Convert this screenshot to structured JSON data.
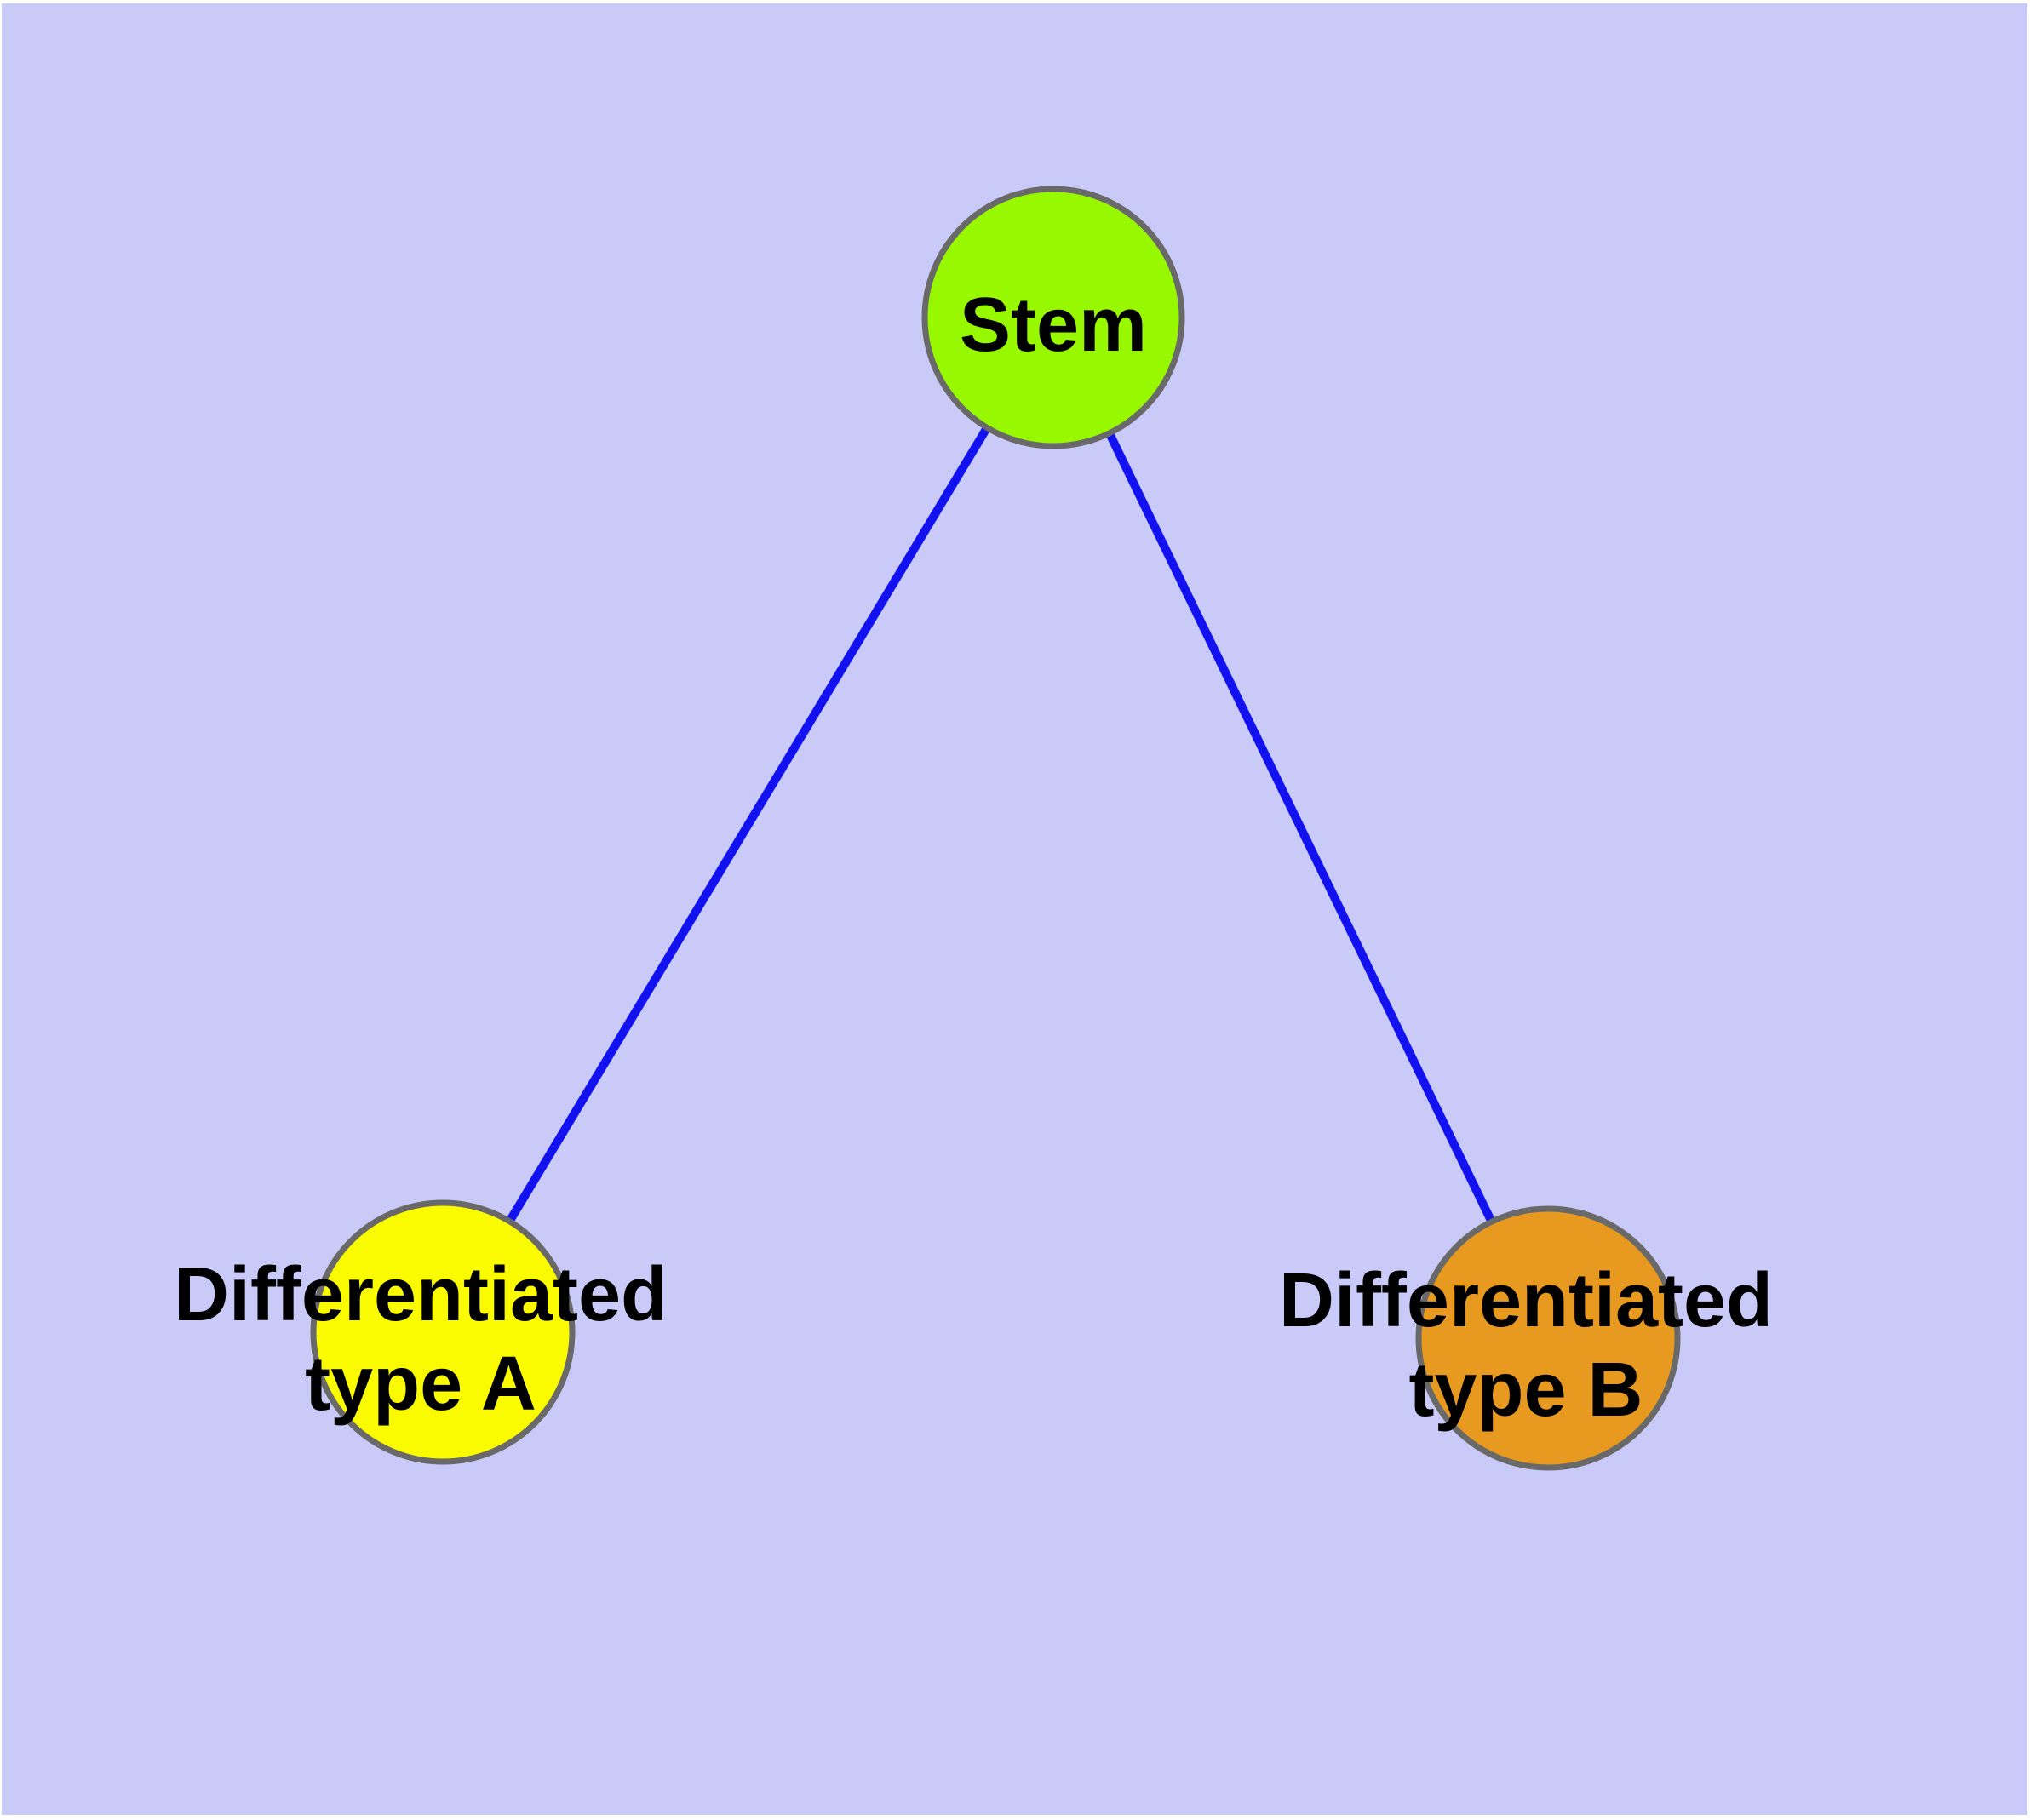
{
  "diagram": {
    "background_color": "#cacaf8",
    "margin_color": "#ffffff",
    "edge_color": "#1212f0",
    "node_border_color": "#696969",
    "label_color": "#000000",
    "nodes": {
      "stem": {
        "label": "Stem",
        "fill_color": "#97f800"
      },
      "type_a": {
        "label_line1": "Differentiated",
        "label_line2": "type A",
        "fill_color": "#fbfb00"
      },
      "type_b": {
        "label_line1": "Differentiated",
        "label_line2": "type B",
        "fill_color": "#e8991f"
      }
    },
    "edges": [
      {
        "from": "Stem",
        "to": "Differentiated type A"
      },
      {
        "from": "Stem",
        "to": "Differentiated type B"
      }
    ]
  }
}
